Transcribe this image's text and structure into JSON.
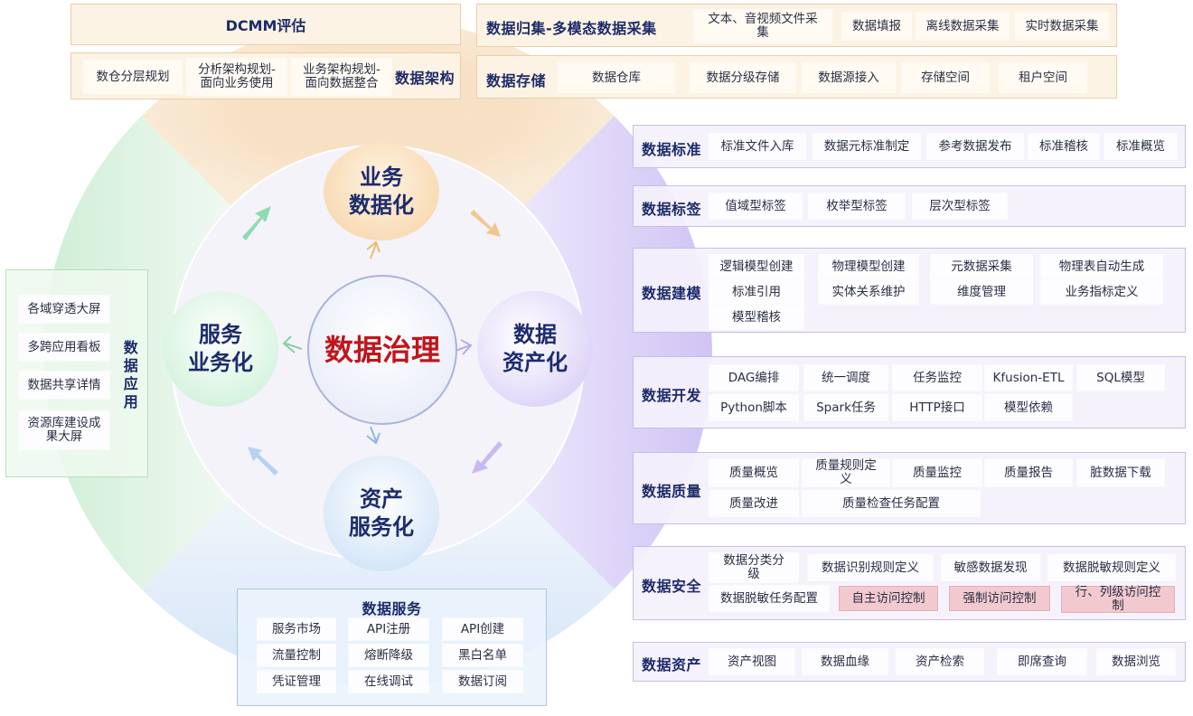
{
  "center": {
    "title": "数据治理"
  },
  "nodes": {
    "top": {
      "label": "业务\n数据化"
    },
    "right": {
      "label": "数据\n资产化"
    },
    "bottom": {
      "label": "资产\n服务化"
    },
    "left": {
      "label": "服务\n业务化"
    }
  },
  "dcmm": {
    "title": "DCMM评估"
  },
  "arch": {
    "title": "数据架构",
    "items": [
      "数仓分层规划",
      "分析架构规划-\n面向业务使用",
      "业务架构规划-\n面向数据整合"
    ]
  },
  "collect": {
    "title": "数据归集-多模态数据采集",
    "items": [
      "文本、音视频文件采\n集",
      "数据填报",
      "离线数据采集",
      "实时数据采集"
    ]
  },
  "storage": {
    "title": "数据存储",
    "items": [
      "数据仓库",
      "数据分级存储",
      "数据源接入",
      "存储空间",
      "租户空间"
    ]
  },
  "app": {
    "title": "数\n据\n应\n用",
    "items": [
      "各域穿透大屏",
      "多跨应用看板",
      "数据共享详情",
      "资源库建设成\n果大屏"
    ]
  },
  "service": {
    "title": "数据服务",
    "items": [
      "服务市场",
      "API注册",
      "API创建",
      "流量控制",
      "熔断降级",
      "黑白名单",
      "凭证管理",
      "在线调试",
      "数据订阅"
    ]
  },
  "rows": [
    {
      "title": "数据标准",
      "items": [
        "标准文件入库",
        "数据元标准制定",
        "参考数据发布",
        "标准稽核",
        "标准概览"
      ]
    },
    {
      "title": "数据标签",
      "items": [
        "值域型标签",
        "枚举型标签",
        "层次型标签"
      ]
    },
    {
      "title": "数据建模",
      "items": [
        "逻辑模型创建",
        "物理模型创建",
        "元数据采集",
        "物理表自动生成",
        "标准引用",
        "实体关系维护",
        "维度管理",
        "业务指标定义",
        "模型稽核"
      ]
    },
    {
      "title": "数据开发",
      "items": [
        "DAG编排",
        "统一调度",
        "任务监控",
        "Kfusion-ETL",
        "SQL模型",
        "Python脚本",
        "Spark任务",
        "HTTP接口",
        "模型依赖"
      ]
    },
    {
      "title": "数据质量",
      "items": [
        "质量概览",
        "质量规则定\n义",
        "质量监控",
        "质量报告",
        "脏数据下载",
        "质量改进",
        "质量检查任务配置"
      ]
    },
    {
      "title": "数据安全",
      "items": [
        "数据分类分\n级",
        "数据识别规则定义",
        "敏感数据发现",
        "数据脱敏规则定义",
        "数据脱敏任务配置",
        "自主访问控制",
        "强制访问控制",
        "行、列级访问控\n制"
      ]
    },
    {
      "title": "数据资产",
      "items": [
        "资产视图",
        "数据血缘",
        "资产检索",
        "即席查询",
        "数据浏览"
      ]
    }
  ],
  "colors": {
    "title": "#c0161b",
    "navy": "#1d2b6a",
    "tan": "#f3d9b4",
    "purple": "#d9d0f5",
    "green": "#c8ecd0",
    "blue": "#cfe3f7",
    "highlight": "#f2c9cf"
  }
}
